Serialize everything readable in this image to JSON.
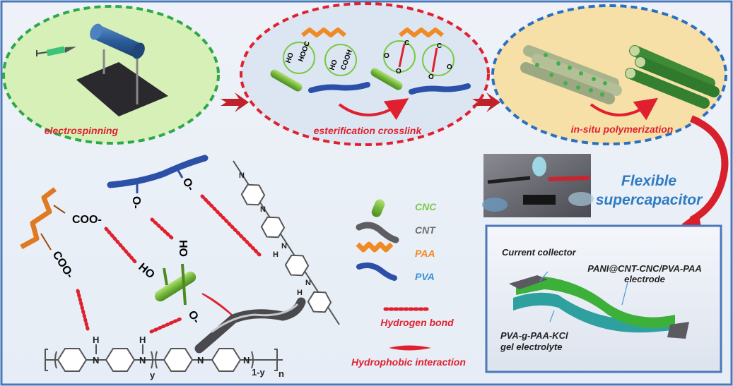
{
  "figure": {
    "steps": [
      {
        "label": "electrospinning",
        "border_color": "#2fa84a",
        "fill": "#d6f0b8"
      },
      {
        "label": "esterification crosslink",
        "border_color": "#e02030",
        "fill": "#dbe6f2"
      },
      {
        "label": "in-situ polymerization",
        "border_color": "#2a70c0",
        "fill": "#f6e0a8"
      }
    ],
    "step_label_color": "#e0202e",
    "step_arrow_color": "#c0222c",
    "device_title": [
      "Flexible",
      "supercapacitor"
    ],
    "device_title_color": "#2e7bc4",
    "device_labels": {
      "current_collector": "Current collector",
      "electrode": [
        "PANI@CNT-CNC/PVA-PAA",
        "electrode"
      ],
      "electrolyte": [
        "PVA-g-PAA-KCl",
        "gel electrolyte"
      ]
    },
    "esterification": {
      "before_groups": [
        "HO",
        "HOOC",
        "HO",
        "COOH"
      ],
      "after_groups": [
        "O",
        "C",
        "O",
        "O",
        "C",
        "O"
      ]
    },
    "legend": {
      "items": [
        {
          "name": "CNC",
          "color": "#7ac943"
        },
        {
          "name": "CNT",
          "color": "#6d6d6d"
        },
        {
          "name": "PAA",
          "color": "#f08a24"
        },
        {
          "name": "PVA",
          "color": "#3b8fd6"
        }
      ],
      "hydrogen_bond": "Hydrogen bond",
      "hydrophobic": "Hydrophobic interaction",
      "label_color": "#e0202e"
    },
    "interactions": {
      "paa_groups": [
        "COO-",
        "COO-"
      ],
      "pva_groups": [
        "O-",
        "O-"
      ],
      "cnc_groups": [
        "HO",
        "HO",
        "O-"
      ],
      "pani_formula": {
        "n_h": [
          "H",
          "H"
        ],
        "n": [
          "N",
          "N",
          "N",
          "N"
        ],
        "subscripts": [
          "y",
          "1-y",
          "n"
        ]
      },
      "diagonal_pani": {
        "n": [
          "N",
          "N",
          "N",
          "N"
        ],
        "h": [
          "H",
          "H"
        ]
      }
    }
  }
}
